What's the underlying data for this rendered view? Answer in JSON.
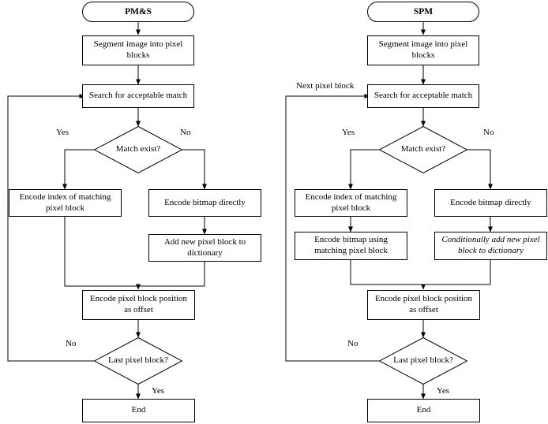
{
  "diagram": {
    "type": "flowchart",
    "title_left": "PM&S",
    "title_right": "SPM",
    "left": {
      "nodes": {
        "start": "PM&S",
        "segment": "Segment image into pixel blocks",
        "search": "Search for acceptable match",
        "match_decision": "Match exist?",
        "encode_index": "Encode index of matching pixel block",
        "encode_bitmap": "Encode bitmap directly",
        "add_block": "Add new pixel block to dictionary",
        "encode_offset": "Encode pixel block position as offset",
        "last_decision": "Last pixel block?",
        "end": "End"
      },
      "edge_labels": {
        "match_yes": "Yes",
        "match_no": "No",
        "last_no": "No",
        "last_yes": "Yes"
      }
    },
    "right": {
      "nodes": {
        "start": "SPM",
        "segment": "Segment image into pixel blocks",
        "search": "Search for acceptable match",
        "match_decision": "Match exist?",
        "encode_index": "Encode index of matching pixel block",
        "encode_bitmap_direct": "Encode bitmap directly",
        "encode_bitmap_using": "Encode bitmap using matching pixel block",
        "conditionally_add": "Conditionally add new pixel block to dictionary",
        "encode_offset": "Encode pixel block position as offset",
        "last_decision": "Last pixel block?",
        "end": "End"
      },
      "edge_labels": {
        "next_pixel_block": "Next pixel block",
        "match_yes": "Yes",
        "match_no": "No",
        "last_no": "No",
        "last_yes": "Yes"
      }
    }
  }
}
